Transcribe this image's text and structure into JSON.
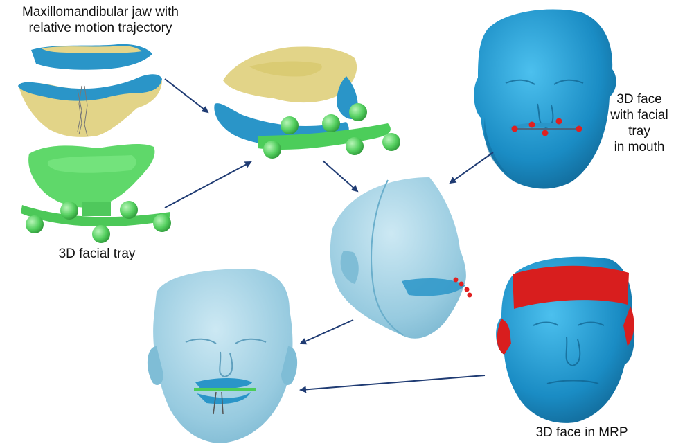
{
  "labels": {
    "maxillo_line1": "Maxillomandibular jaw with",
    "maxillo_line2": "relative motion trajectory",
    "tray": "3D facial tray",
    "face_tray_line1": "3D face",
    "face_tray_line2": "with facial",
    "face_tray_line3": "tray",
    "face_tray_line4": "in mouth",
    "mrp": "3D face in MRP"
  },
  "colors": {
    "face_blue": "#1f94c8",
    "tray_green": "#5fdc6a",
    "jaw_yellow": "#e8d98a",
    "headband_red": "#d81e1e",
    "marker_red": "#e02020",
    "arrow_navy": "#1f3b73",
    "transparent_face": "#8fc6dd"
  }
}
